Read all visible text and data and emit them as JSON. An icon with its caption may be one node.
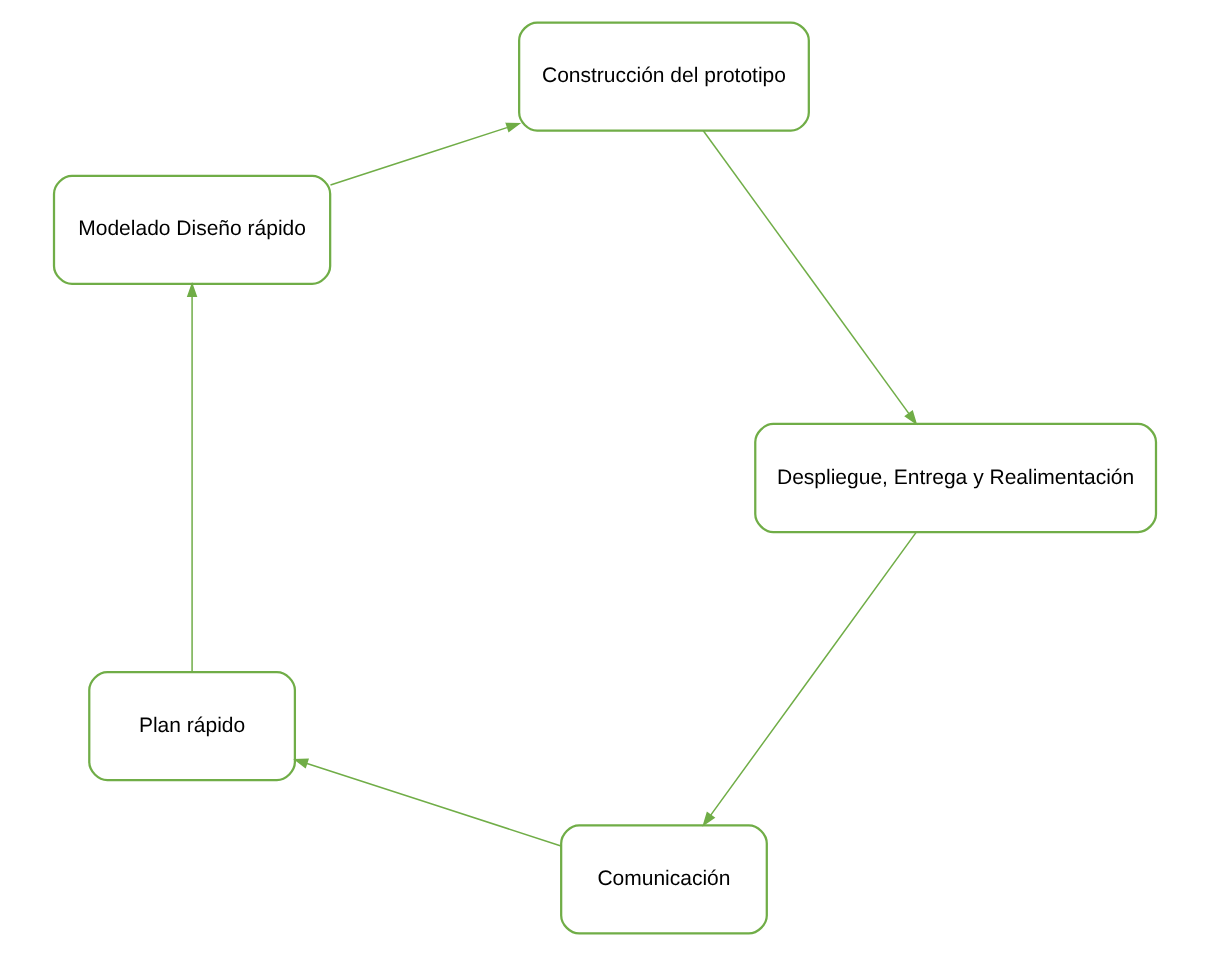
{
  "diagram": {
    "nodes": [
      {
        "text": [
          "Comunicación"
        ]
      },
      {
        "text": [
          "Plan rápido"
        ]
      },
      {
        "text": [
          "Modelado Diseño rápido"
        ]
      },
      {
        "text": [
          "Construcción del prototipo"
        ]
      },
      {
        "text": [
          "Despliegue, Entrega y Realimentación"
        ]
      }
    ],
    "edges": [
      {
        "from": 0,
        "to": 1,
        "arrow": "to"
      },
      {
        "from": 1,
        "to": 2,
        "arrow": "to"
      },
      {
        "from": 2,
        "to": 3,
        "arrow": "to"
      },
      {
        "from": 3,
        "to": 4,
        "arrow": "to"
      },
      {
        "from": 4,
        "to": 0,
        "arrow": "to"
      }
    ]
  }
}
